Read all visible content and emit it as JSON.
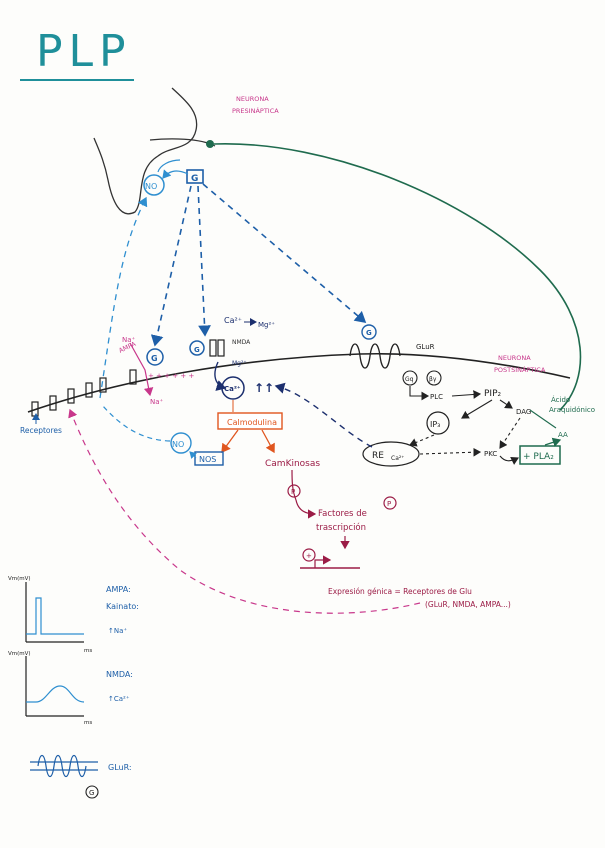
{
  "title": "PLP",
  "presynaptic_label_1": "NEURONA",
  "presynaptic_label_2": "PRESINÁPTICA",
  "postsynaptic_label_1": "NEURONA",
  "postsynaptic_label_2": "POSTSINÁPTICA",
  "no": "NO",
  "g": "G",
  "ca2": "Ca²⁺",
  "mg2": "Mg²⁺",
  "nmda": "NMDA",
  "ampa_label": "AMPA",
  "na": "Na⁺",
  "plus_signs": "+ + + + + +",
  "glur": "GLuR",
  "gq": "Gq",
  "pip2": "PIP₂",
  "plc": "PLC",
  "dag": "DAG",
  "ip3": "IP₃",
  "re": "RE",
  "pkc": "PKC",
  "pla2": "+ PLA₂",
  "acid_1": "Ácido",
  "acid_2": "Araquidónico",
  "aa": "AA",
  "calmodulin": "Calmodulina",
  "nos": "NOS",
  "camkinases": "CamKinosas",
  "p": "P",
  "factors_1": "Factores de",
  "factors_2": "trascripción",
  "expression_1": "Expresión génica = Receptores de Glu",
  "expression_2": "(GLuR, NMDA, AMPA...)",
  "receptors": "Receptores",
  "graph1_ylabel": "Vm(mV)",
  "graph1_xlabel": "ms",
  "graph1_text_1": "AMPA:",
  "graph1_text_2": "Kainato:",
  "graph1_text_3": "↑Na⁺",
  "graph2_ylabel": "Vm(mV)",
  "graph2_xlabel": "ms",
  "graph2_text_1": "NMDA:",
  "graph2_text_2": "↑Ca²⁺",
  "graph3_text": "GLuR:",
  "colors": {
    "title": "#1f8f9a",
    "blue": "#1e5fa8",
    "darkblue": "#1c2f6e",
    "magenta": "#c8378b",
    "green": "#1f6b4e",
    "orange": "#e0561f",
    "crimson": "#9b1c46",
    "ink": "#222222"
  }
}
